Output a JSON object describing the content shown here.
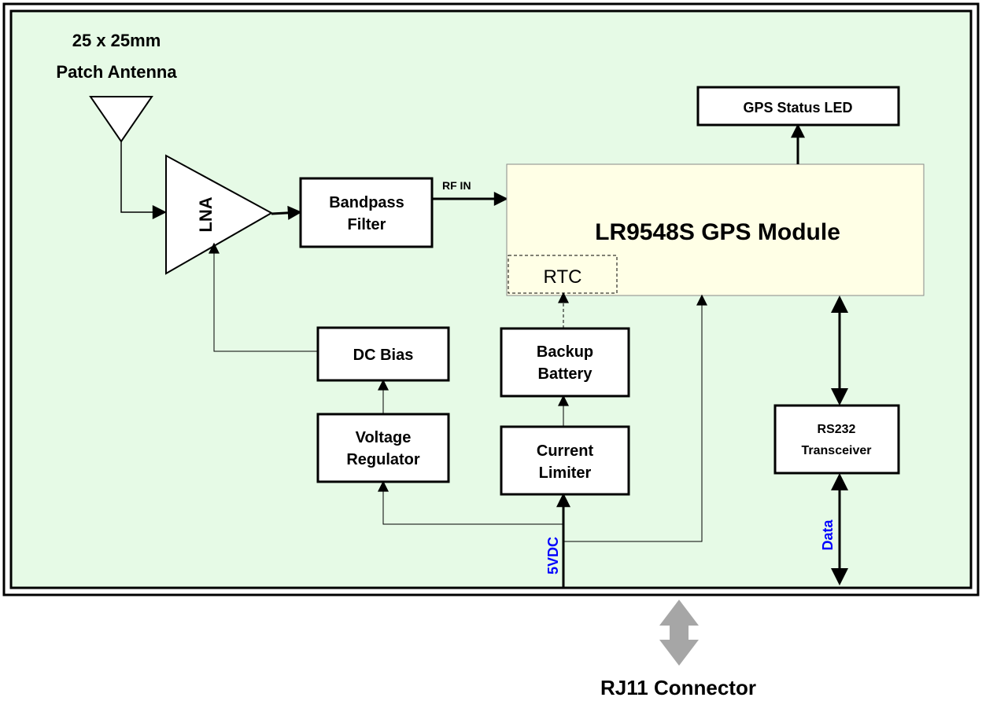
{
  "antenna": {
    "line1": "25 x 25mm",
    "line2": "Patch Antenna"
  },
  "blocks": {
    "lna": "LNA",
    "bandpass": {
      "line1": "Bandpass",
      "line2": "Filter"
    },
    "gps_module": "LR9548S GPS Module",
    "rtc": "RTC",
    "gps_status_led": "GPS Status LED",
    "dc_bias": "DC Bias",
    "backup_battery": {
      "line1": "Backup",
      "line2": "Battery"
    },
    "voltage_regulator": {
      "line1": "Voltage",
      "line2": "Regulator"
    },
    "current_limiter": {
      "line1": "Current",
      "line2": "Limiter"
    },
    "rs232": {
      "line1": "RS232",
      "line2": "Transceiver"
    }
  },
  "signals": {
    "rf_in": "RF IN",
    "power": "5VDC",
    "data": "Data"
  },
  "connector": "RJ11 Connector",
  "colors": {
    "board": "#e6fae6",
    "module": "#ffffe6",
    "signal_label": "#0000ff",
    "connector_arrow": "#a6a6a6"
  }
}
